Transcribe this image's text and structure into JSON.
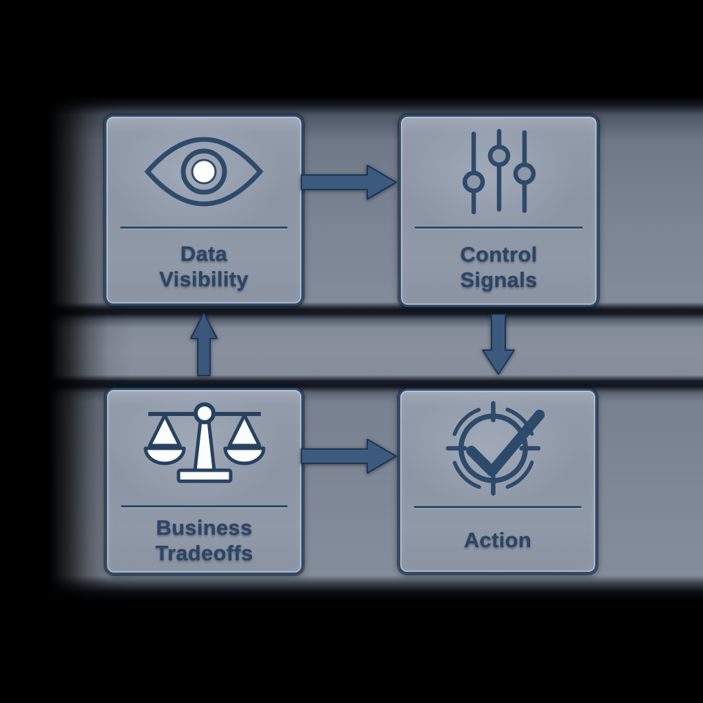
{
  "nodes": [
    {
      "id": "data-visibility",
      "line1": "Data",
      "line2": "Visibility",
      "icon": "eye-icon"
    },
    {
      "id": "control-signals",
      "line1": "Control",
      "line2": "Signals",
      "icon": "sliders-icon"
    },
    {
      "id": "business-tradeoffs",
      "line1": "Business",
      "line2": "Tradeoffs",
      "icon": "balance-scale-icon"
    },
    {
      "id": "action",
      "line1": "Action",
      "icon": "target-check-icon"
    }
  ],
  "edges": [
    {
      "from": "data-visibility",
      "to": "control-signals",
      "arrow": "right"
    },
    {
      "from": "control-signals",
      "to": "action",
      "arrow": "down"
    },
    {
      "from": "business-tradeoffs",
      "to": "action",
      "arrow": "right"
    },
    {
      "from": "business-tradeoffs",
      "to": "data-visibility",
      "arrow": "up"
    }
  ],
  "colors": {
    "background": "#000000",
    "band_gray": "#7e8897",
    "box_fill": "#8b94a3",
    "border_navy": "#2c4a6e",
    "text_navy": "#2b4566",
    "divider_navy": "#2b4a6d",
    "arrow_fill": "#3c5a7d",
    "arrow_outline": "#1c3553",
    "icon_white": "#ffffff"
  }
}
